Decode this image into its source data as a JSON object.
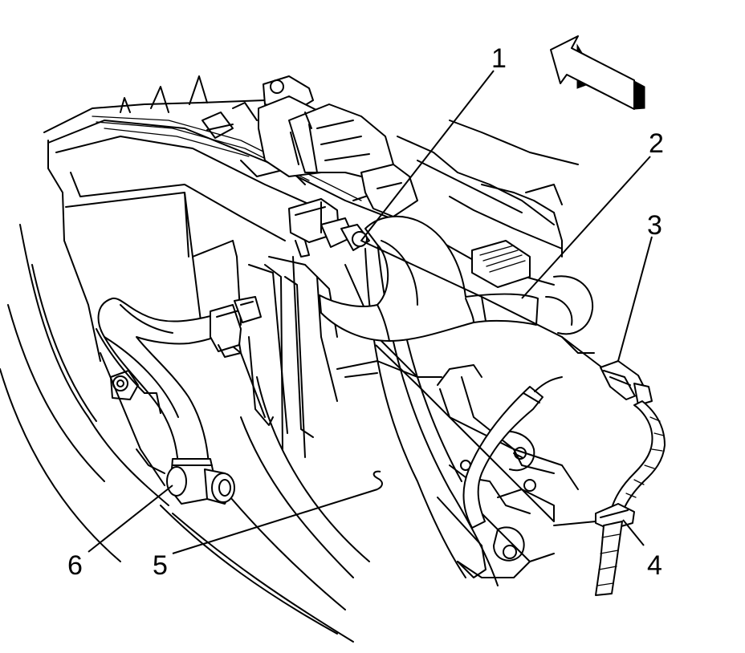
{
  "callouts": [
    {
      "id": "1",
      "label": "1"
    },
    {
      "id": "2",
      "label": "2"
    },
    {
      "id": "3",
      "label": "3"
    },
    {
      "id": "4",
      "label": "4"
    },
    {
      "id": "5",
      "label": "5"
    },
    {
      "id": "6",
      "label": "6"
    }
  ],
  "icons": {
    "direction_arrow": "direction-arrow-icon"
  },
  "colors": {
    "line": "#000000",
    "background": "#ffffff"
  }
}
